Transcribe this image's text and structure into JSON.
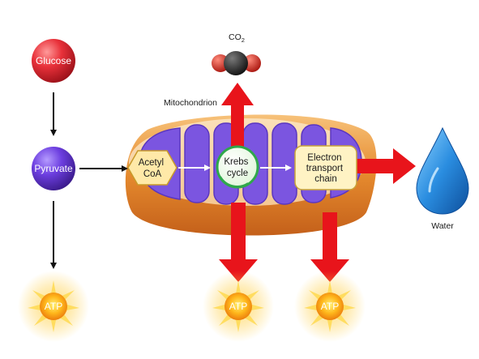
{
  "labels": {
    "glucose": "Glucose",
    "pyruvate": "Pyruvate",
    "acetyl_coa": [
      "Acetyl",
      "CoA"
    ],
    "krebs": [
      "Krebs",
      "cycle"
    ],
    "etc": [
      "Electron",
      "transport",
      "chain"
    ],
    "mitochondrion": "Mitochondrion",
    "co2_main": "CO",
    "co2_sub": "2",
    "water": "Water",
    "atp": "ATP"
  },
  "colors": {
    "glucose": "#d9262e",
    "pyruvate": "#6a38d6",
    "mito_outer": "#e58a2e",
    "cristae": "#7b55e0",
    "arrow_red": "#e8141b",
    "water": "#1f78c8",
    "atp": "#f5a312",
    "etc_box": "#fff3c4"
  }
}
